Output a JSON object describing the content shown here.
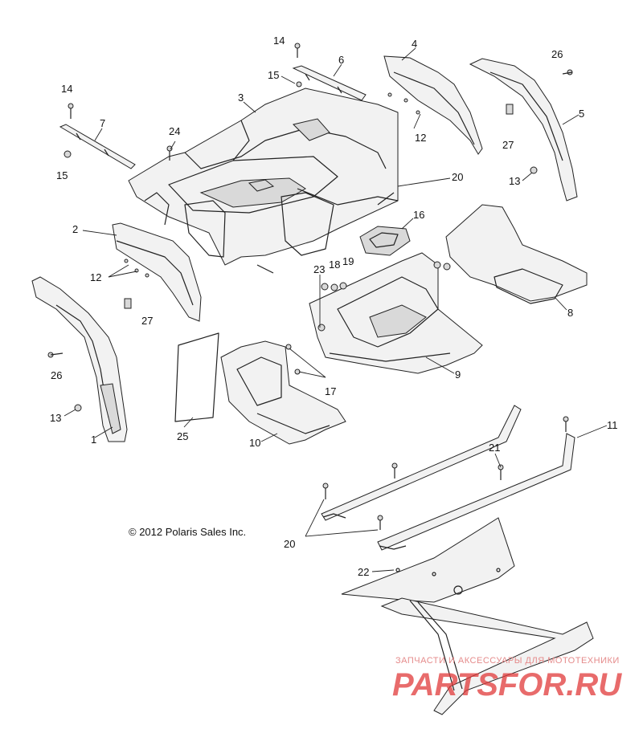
{
  "copyright": "© 2012 Polaris Sales Inc.",
  "watermark": {
    "tagline": "ЗАПЧАСТИ И АКСЕССУАРЫ ДЛЯ МОТОТЕХНИКИ",
    "brand": "PARTSFOR.RU",
    "color": "#e03a3a"
  },
  "callouts": {
    "c1": "1",
    "c2": "2",
    "c3": "3",
    "c4": "4",
    "c5": "5",
    "c6": "6",
    "c7": "7",
    "c8": "8",
    "c9": "9",
    "c10": "10",
    "c11": "11",
    "c12a": "12",
    "c12b": "12",
    "c13a": "13",
    "c13b": "13",
    "c14a": "14",
    "c14b": "14",
    "c15a": "15",
    "c15b": "15",
    "c16": "16",
    "c17": "17",
    "c18": "18",
    "c19": "19",
    "c20a": "20",
    "c20b": "20",
    "c21": "21",
    "c22": "22",
    "c23": "23",
    "c24": "24",
    "c25": "25",
    "c26a": "26",
    "c26b": "26",
    "c27a": "27",
    "c27b": "27"
  }
}
